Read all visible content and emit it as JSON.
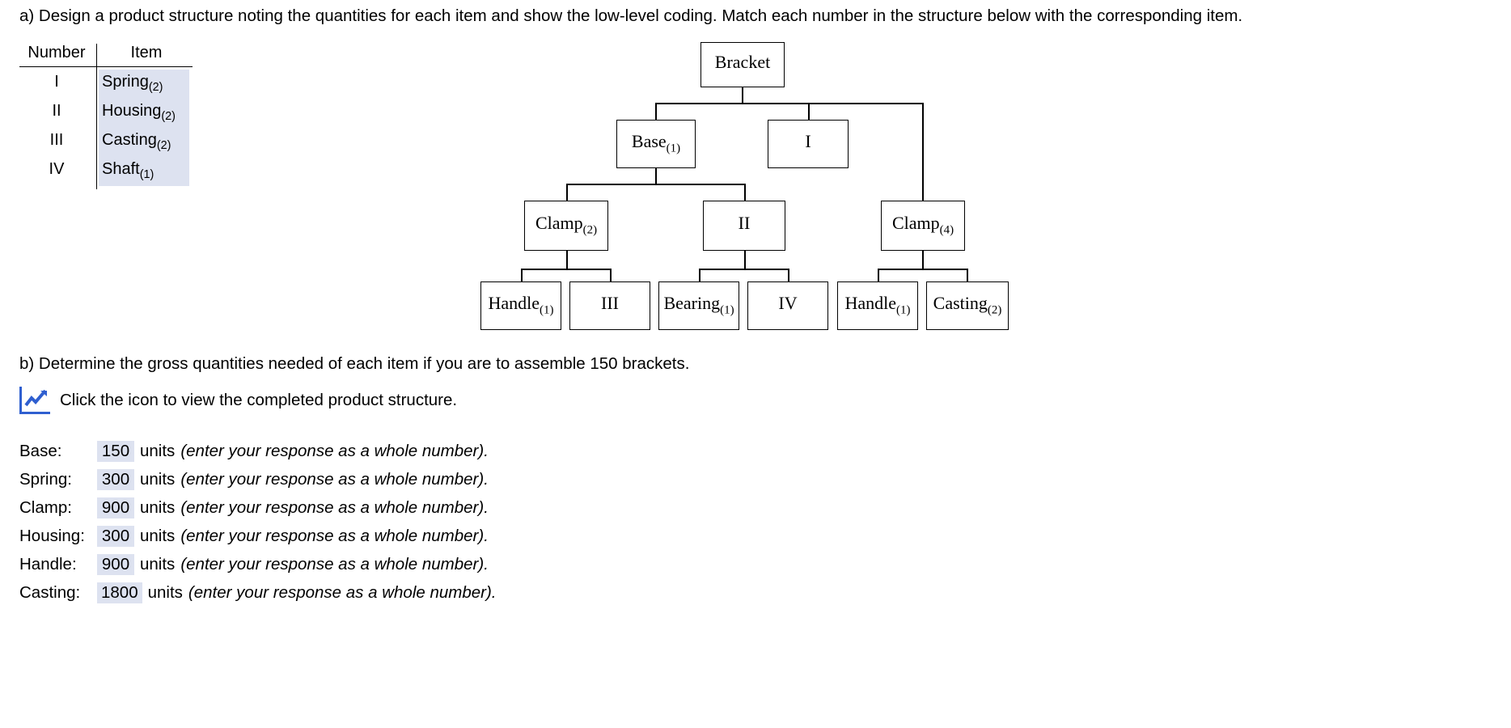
{
  "prompts": {
    "part_a": "a) Design a product structure noting the quantities for each item and show the low-level coding. Match each number in the structure below with the corresponding item.",
    "part_b": "b) Determine the gross quantities needed of each item if you are to assemble 150 brackets."
  },
  "item_table": {
    "headers": {
      "number": "Number",
      "item": "Item"
    },
    "rows": [
      {
        "number": "I",
        "item": "Spring",
        "qty": "(2)"
      },
      {
        "number": "II",
        "item": "Housing",
        "qty": "(2)"
      },
      {
        "number": "III",
        "item": "Casting",
        "qty": "(2)"
      },
      {
        "number": "IV",
        "item": "Shaft",
        "qty": "(1)"
      }
    ]
  },
  "tree": {
    "nodes": {
      "bracket": {
        "label": "Bracket",
        "qty": ""
      },
      "base": {
        "label": "Base",
        "qty": "(1)"
      },
      "roman1": {
        "label": "I",
        "qty": ""
      },
      "clamp2": {
        "label": "Clamp",
        "qty": "(2)"
      },
      "roman2": {
        "label": "II",
        "qty": ""
      },
      "clamp4": {
        "label": "Clamp",
        "qty": "(4)"
      },
      "handle1": {
        "label": "Handle",
        "qty": "(1)"
      },
      "roman3": {
        "label": "III",
        "qty": ""
      },
      "bearing1": {
        "label": "Bearing",
        "qty": "(1)"
      },
      "roman4": {
        "label": "IV",
        "qty": ""
      },
      "handle1b": {
        "label": "Handle",
        "qty": "(1)"
      },
      "casting2": {
        "label": "Casting",
        "qty": "(2)"
      }
    }
  },
  "icon_row": {
    "icon": "line-chart-icon",
    "text": "Click the icon to view the completed product structure.",
    "color": "#2f5fd0"
  },
  "answers": {
    "units_word": "units",
    "hint": "(enter your response as a whole number).",
    "rows": [
      {
        "label": "Base:",
        "value": "150"
      },
      {
        "label": "Spring:",
        "value": "300"
      },
      {
        "label": "Clamp:",
        "value": "900"
      },
      {
        "label": "Housing:",
        "value": "300"
      },
      {
        "label": "Handle:",
        "value": "900"
      },
      {
        "label": "Casting:",
        "value": "1800"
      }
    ]
  },
  "colors": {
    "input_fill": "#dde2f0",
    "accent": "#2f5fd0",
    "line": "#000000"
  }
}
